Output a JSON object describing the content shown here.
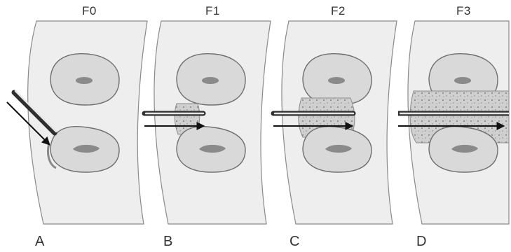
{
  "figure": {
    "panels": [
      {
        "grade": "F0",
        "letter": "A"
      },
      {
        "grade": "F1",
        "letter": "B"
      },
      {
        "grade": "F2",
        "letter": "C"
      },
      {
        "grade": "F3",
        "letter": "D"
      }
    ]
  },
  "colors": {
    "skin": "#e9e9e9",
    "skin_edge": "#8a8a8a",
    "vertebra_fill": "#d9d9d9",
    "vertebra_edge": "#6f6f6f",
    "disc_space": "#f2f2f2",
    "fusion_mass": "#c9c9c9",
    "instrument_dark": "#2f2f2f",
    "instrument_light": "#e6e6e6",
    "arrow": "#111111"
  }
}
